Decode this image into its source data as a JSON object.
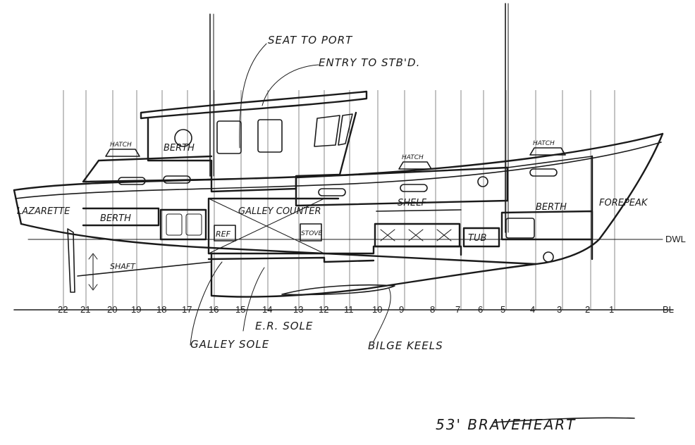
{
  "labels": {
    "seat_to_port": "SEAT TO PORT",
    "entry_to_stbd": "ENTRY TO STB'D.",
    "hatch": "HATCH",
    "berth": "BERTH",
    "lazarette": "LAZARETTE",
    "galley_counter": "GALLEY COUNTER",
    "shelf": "SHELF",
    "forepeak": "FOREPEAK",
    "ref": "REF",
    "stove": "STOVE",
    "tub": "TUB",
    "shaft": "SHAFT",
    "dwl": "DWL",
    "bl": "BL",
    "galley_sole": "GALLEY SOLE",
    "er_sole": "E.R. SOLE",
    "bilge_keels": "BILGE KEELS"
  },
  "stations": [
    "22",
    "21",
    "20",
    "19",
    "18",
    "17",
    "16",
    "15",
    "14",
    "13",
    "12",
    "11",
    "10",
    "9",
    "8",
    "7",
    "6",
    "5",
    "4",
    "3",
    "2",
    "1"
  ],
  "title": "53' BRAVEHEART"
}
